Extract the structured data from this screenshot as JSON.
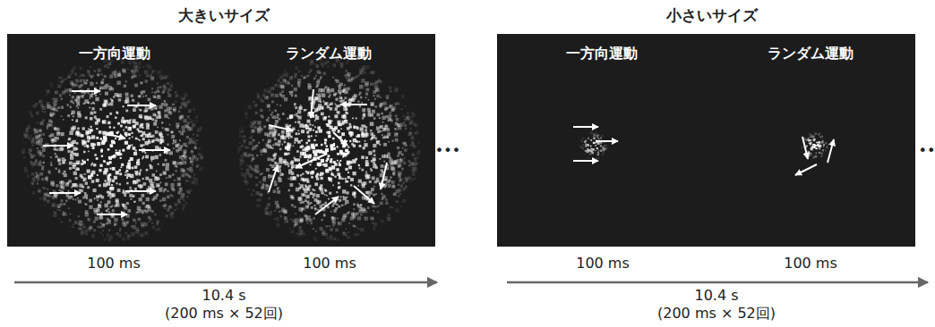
{
  "diagram": {
    "nodes": [
      {
        "text": [
          "一方向運動"
        ]
      },
      {
        "text": [
          "ランダム運動"
        ]
      },
      {
        "text": [
          "一方向運動"
        ]
      },
      {
        "text": [
          "ランダム運動"
        ]
      }
    ],
    "labels": [
      "大きいサイズ",
      "小さいサイズ",
      "•••",
      "••",
      "100 ms",
      "100 ms",
      "100 ms",
      "100 ms",
      "10.4 s",
      "(200 ms × 52回)",
      "10.4 s",
      "(200 ms × 52回)"
    ]
  }
}
